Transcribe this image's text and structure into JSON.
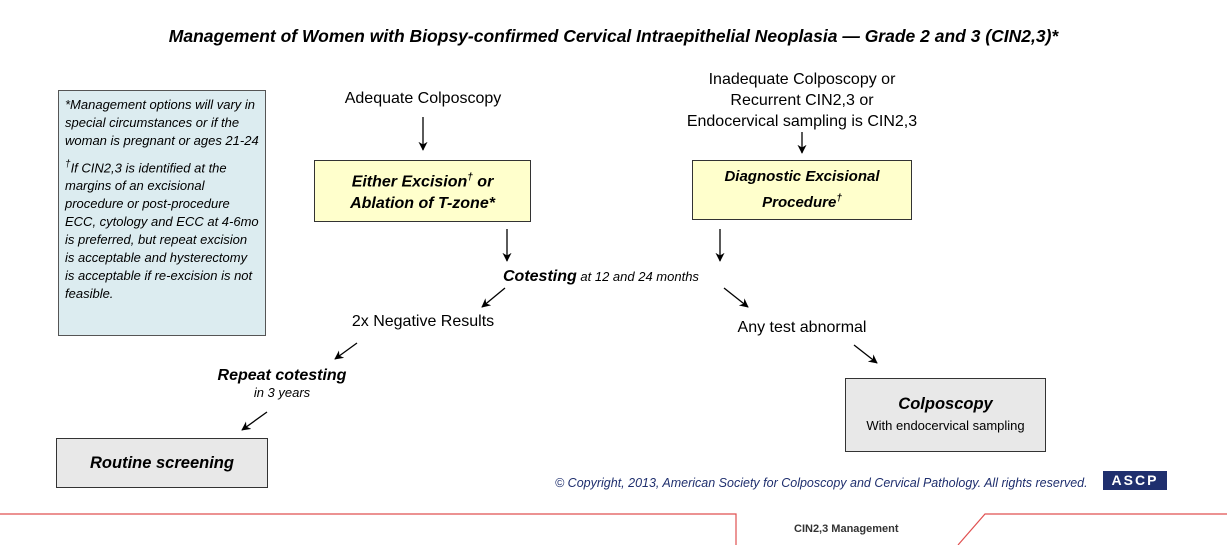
{
  "title": "Management of Women with Biopsy-confirmed Cervical Intraepithelial Neoplasia — Grade 2 and 3 (CIN2,3)*",
  "note": {
    "p1": "*Management options will vary in special circumstances or if the woman is pregnant or ages 21-24",
    "p2_mark": "†",
    "p2": "If CIN2,3 is identified at the margins of an excisional procedure or post-procedure ECC, cytology and ECC at 4-6mo is preferred, but repeat excision is acceptable and hysterectomy is acceptable if re-excision is not feasible."
  },
  "nodes": {
    "adequate": "Adequate Colposcopy",
    "inadequate": [
      "Inadequate Colposcopy or",
      "Recurrent CIN2,3 or",
      "Endocervical sampling is CIN2,3"
    ],
    "either_1a": "Either Excision",
    "either_mark": "†",
    "either_1b": " or",
    "either_2": "Ablation of T-zone*",
    "diag_1": "Diagnostic Excisional",
    "diag_2": "Procedure",
    "diag_mark": "†",
    "cotesting": "Cotesting",
    "cotesting_sub": " at 12 and 24 months",
    "negative": "2x Negative Results",
    "abnormal": "Any test abnormal",
    "repeat": "Repeat cotesting",
    "repeat_sub": "in 3 years",
    "routine": "Routine screening",
    "colpo": "Colposcopy",
    "colpo_sub": "With endocervical sampling"
  },
  "copyright": "© Copyright, 2013, American Society for Colposcopy and Cervical Pathology. All rights reserved.",
  "logo": "ASCP",
  "footer": "CIN2,3 Management",
  "colors": {
    "note_bg": "#dcecf0",
    "yellow_box": "#ffffcc",
    "gray_box": "#e8e8e8",
    "red_line": "#e05050",
    "brand": "#1f2f6e"
  }
}
